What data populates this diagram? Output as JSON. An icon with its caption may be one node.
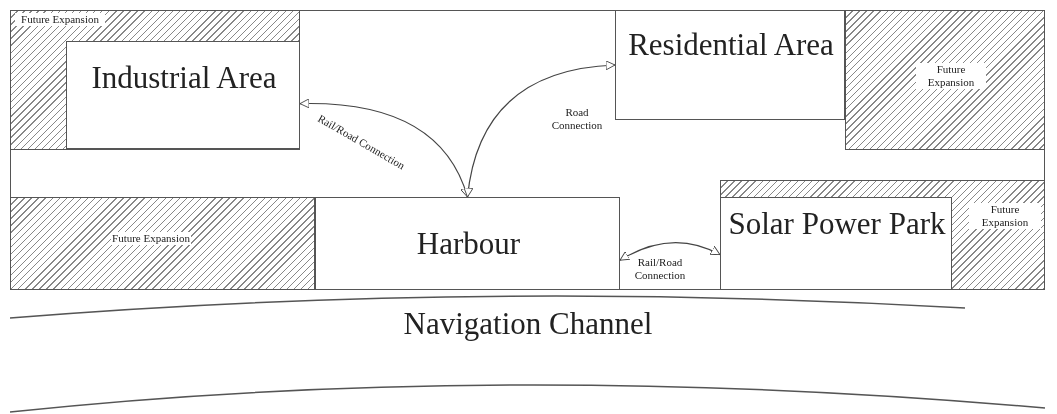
{
  "diagram": {
    "nodes": [
      {
        "text": [
          "Future Expansion"
        ]
      },
      {
        "text": [
          "Industrial Area"
        ],
        "in": 0
      },
      {
        "text": [
          "Residential Area"
        ]
      },
      {
        "text": [
          "Future Expansion"
        ]
      },
      {
        "text": [
          "Future Expansion"
        ]
      },
      {
        "text": [
          "Harbour"
        ]
      },
      {
        "text": [
          "Future Expansion"
        ]
      },
      {
        "text": [
          "Solar Power Park"
        ],
        "in": 6
      },
      {
        "text": [
          "Navigation Channel"
        ]
      }
    ],
    "edges": [
      {
        "from": 1,
        "to": 5,
        "arrow": "both",
        "label": "Rail/Road Connection"
      },
      {
        "from": 5,
        "to": 2,
        "arrow": "both",
        "label": "Road Connection"
      },
      {
        "from": 5,
        "to": 7,
        "arrow": "both",
        "label": "Rail/Road Connection"
      }
    ]
  }
}
